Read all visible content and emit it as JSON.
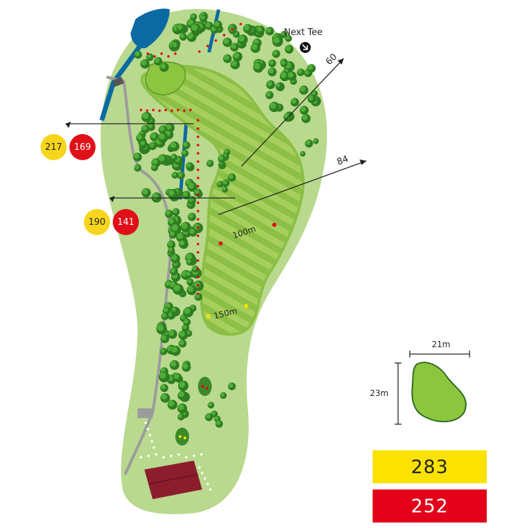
{
  "next_tee": {
    "label": "Next Tee",
    "icon": "arrow-down-right-circle-icon"
  },
  "carry_lines": [
    {
      "label": "60"
    },
    {
      "label": "84"
    }
  ],
  "fairway_markers": [
    {
      "label": "100m",
      "color": "#e2001a"
    },
    {
      "label": "150m",
      "color": "#fbe200"
    }
  ],
  "distance_badges": [
    {
      "yellow": "217",
      "red": "169"
    },
    {
      "yellow": "190",
      "red": "141"
    }
  ],
  "green_dimensions": {
    "width": "21m",
    "depth": "23m"
  },
  "hole_length": {
    "yellow": "283",
    "red": "252"
  },
  "colors": {
    "rough": "#b9d98e",
    "fairway": "#8cbf45",
    "green": "#8cc63f",
    "water": "#0b6aa2",
    "trees": "#3e9a2b",
    "path": "#9b9b9b",
    "yellow_tee": "#fbe200",
    "red_tee": "#e2001a"
  }
}
